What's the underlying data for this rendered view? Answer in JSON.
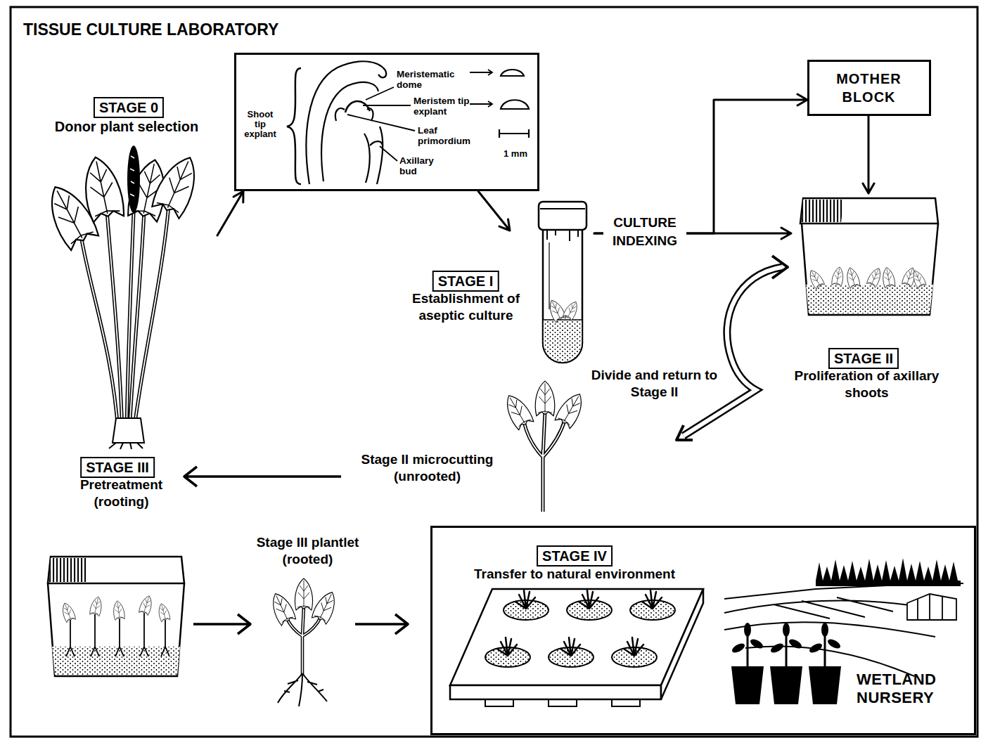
{
  "diagram": {
    "title": "TISSUE CULTURE LABORATORY",
    "nodes": [
      {
        "text": [
          "STAGE 0",
          "Donor plant selection"
        ]
      },
      {
        "text": [
          "Shoot tip explant",
          "Meristematic dome",
          "Meristem tip explant",
          "Leaf primordium",
          "Axillary bud",
          "1 mm"
        ]
      },
      {
        "text": [
          "STAGE I",
          "Establishment of aseptic culture"
        ]
      },
      {
        "text": [
          "MOTHER BLOCK"
        ]
      },
      {
        "text": [
          "STAGE II",
          "Proliferation of axillary shoots"
        ]
      },
      {
        "text": [
          "STAGE III",
          "Pretreatment (rooting)"
        ]
      },
      {
        "text": [
          "STAGE IV",
          "Transfer to natural environment",
          "WETLAND NURSERY"
        ]
      }
    ],
    "edges": [
      {
        "from": 0,
        "to": 1,
        "arrow": "to"
      },
      {
        "from": 1,
        "to": 2,
        "arrow": "to"
      },
      {
        "from": 2,
        "to": 4,
        "arrow": "to",
        "label": "CULTURE INDEXING"
      },
      {
        "from": 2,
        "to": 3,
        "arrow": "to"
      },
      {
        "from": 3,
        "to": 4,
        "arrow": "to"
      }
    ],
    "labels": [
      "Divide and return to Stage II",
      "Stage II microcutting (unrooted)",
      "Stage III plantlet (rooted)"
    ]
  }
}
